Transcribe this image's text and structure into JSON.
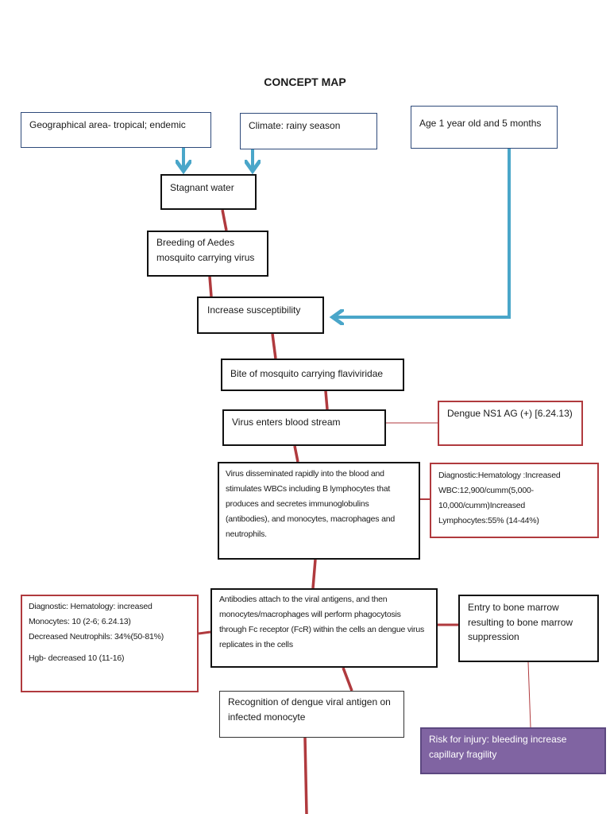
{
  "title": "CONCEPT MAP",
  "nodes": {
    "geo": "Geographical area- tropical; endemic",
    "climate": "Climate: rainy season",
    "age": "Age 1 year old and 5 months",
    "stagnant": "Stagnant water",
    "breeding_l1": "Breeding of Aedes",
    "breeding_l2": "mosquito carrying virus",
    "susceptibility": "Increase susceptibility",
    "bite": "Bite of mosquito carrying flaviviridae",
    "virus_enters": "Virus enters blood stream",
    "ns1": "Dengue NS1 AG (+) [6.24.13)",
    "disseminated": "Virus disseminated rapidly into the blood and stimulates WBCs including B lymphocytes that produces and secretes immunoglobulins (antibodies), and monocytes, macrophages and neutrophils.",
    "diag_wbc": "Diagnostic:Hematology :Increased WBC:12,900/cumm(5,000-10,000/cumm)Increased Lymphocytes:55% (14-44%)",
    "antibodies": "Antibodies attach to the viral antigens, and then monocytes/macrophages will perform phagocytosis through Fc receptor (FcR) within the cells an dengue virus replicates in the cells",
    "diag_mono_l1": "Diagnostic: Hematology: increased Monocytes: 10 (2-6; 6.24.13)",
    "diag_mono_l2": "Decreased Neutrophils: 34%(50-81%)",
    "diag_mono_l3": "Hgb- decreased 10 (11-16)",
    "bone_marrow": "Entry to bone marrow resulting to bone marrow suppression",
    "recognition": "Recognition of dengue viral antigen on infected monocyte",
    "risk": "Risk for injury: bleeding increase capillary fragility"
  },
  "colors": {
    "blue_arrow": "#4aa6c9",
    "red_line": "#b03a3e",
    "purple": "#8064a2"
  }
}
